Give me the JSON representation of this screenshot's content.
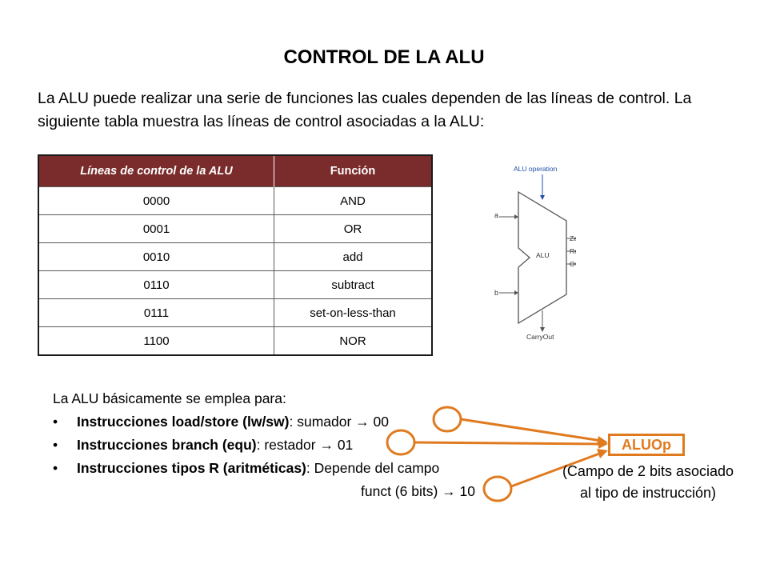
{
  "title": "CONTROL DE LA ALU",
  "intro": "La ALU puede realizar una serie de funciones las cuales dependen de las líneas de control. La siguiente tabla muestra las líneas de control asociadas a la ALU:",
  "table": {
    "headers": [
      "Líneas de control de la ALU",
      "Función"
    ],
    "rows": [
      [
        "0000",
        "AND"
      ],
      [
        "0001",
        "OR"
      ],
      [
        "0010",
        "add"
      ],
      [
        "0110",
        "subtract"
      ],
      [
        "0111",
        "set-on-less-than"
      ],
      [
        "1100",
        "NOR"
      ]
    ]
  },
  "diagram": {
    "operation_label": "ALU operation",
    "input_a": "a",
    "input_b": "b",
    "block_label": "ALU",
    "outputs": [
      "Zero",
      "Result",
      "Overflow"
    ],
    "carry_out": "CarryOut"
  },
  "usage": {
    "heading": "La ALU básicamente se emplea para:",
    "bullet_symbol": "•",
    "arrow_symbol": "→",
    "items": [
      {
        "bold": "Instrucciones load/store (lw/sw)",
        "text": ": sumador",
        "code": "00"
      },
      {
        "bold": "Instrucciones branch (equ)",
        "text": ": restador",
        "code": "01"
      },
      {
        "bold": "Instrucciones tipos R (aritméticas)",
        "text": ": Depende del campo",
        "cont": "funct (6 bits)",
        "code": "10"
      }
    ]
  },
  "aluop": {
    "label": "ALUOp",
    "description": "(Campo de 2 bits asociado al tipo de instrucción)"
  },
  "colors": {
    "header_bg": "#7a2b2b",
    "accent": "#e07a1f",
    "diagram_line": "#555555",
    "diagram_arrow": "#1f4fa8"
  }
}
